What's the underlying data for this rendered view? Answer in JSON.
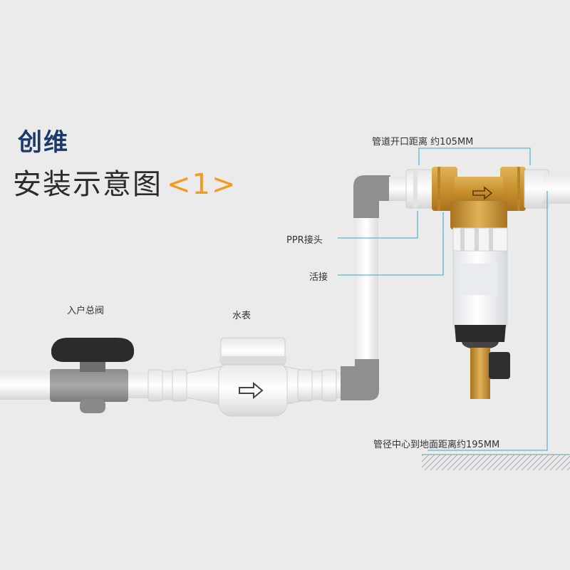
{
  "brand": "创维",
  "title": "安装示意图",
  "title_number": "<1>",
  "labels": {
    "main_valve": "入户总阀",
    "water_meter": "水表",
    "ppr_joint": "PPR接头",
    "union": "活接",
    "pipe_gap": "管道开口距离 约105MM",
    "height": "管径中心到地面距离约195MM"
  },
  "colors": {
    "accent": "#f29a1f",
    "brand": "#1b3a6b",
    "leader": "#5bb5d6",
    "brass": "#c9912e",
    "pipe": "#ffffff",
    "elbow": "#9a9a9a"
  }
}
